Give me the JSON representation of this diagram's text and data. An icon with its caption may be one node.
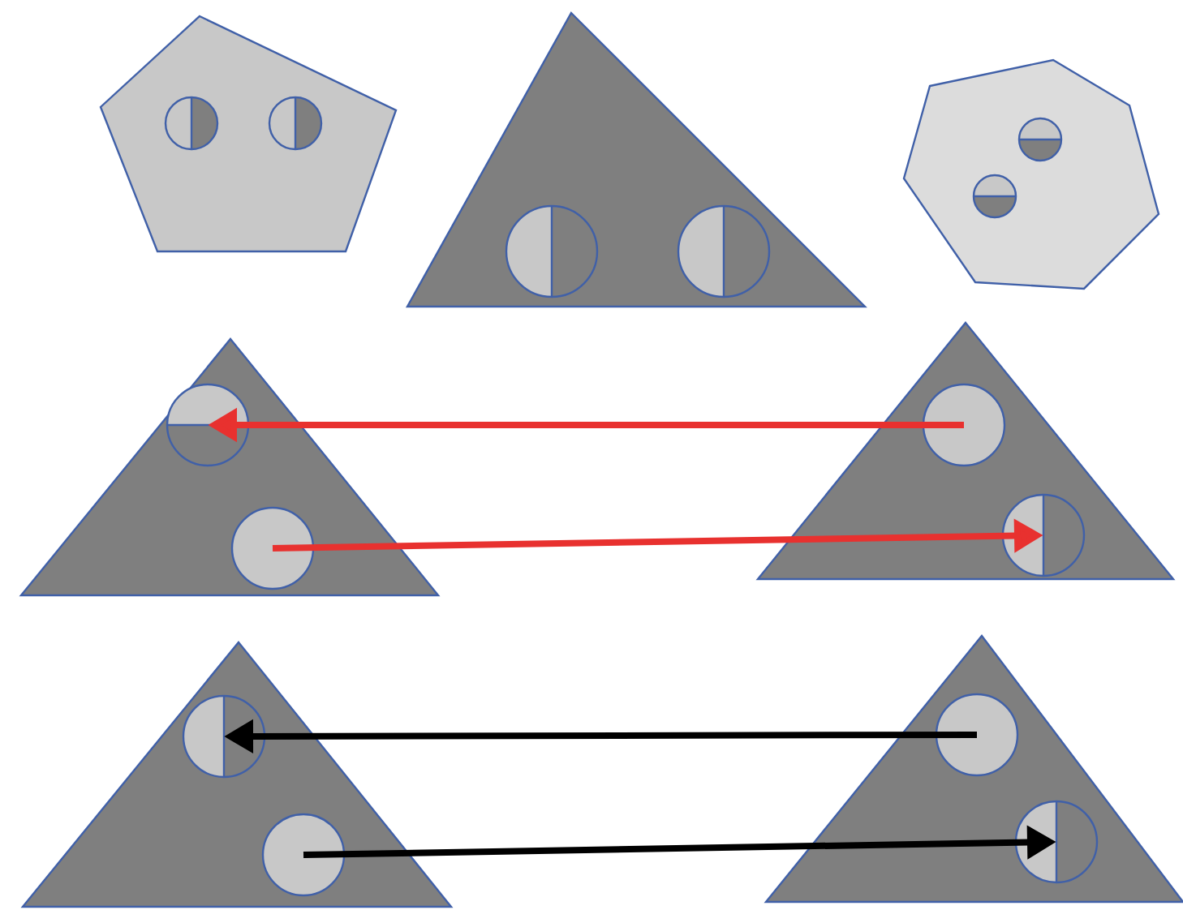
{
  "diagram": {
    "nodes": [
      {
        "text": [],
        "shape": "pentagon"
      },
      {
        "text": [],
        "shape": "circle",
        "in": 0
      },
      {
        "text": [],
        "shape": "circle",
        "in": 0
      },
      {
        "text": [],
        "shape": "triangle"
      },
      {
        "text": [],
        "shape": "circle",
        "in": 3
      },
      {
        "text": [],
        "shape": "circle",
        "in": 3
      },
      {
        "text": [],
        "shape": "heptagon"
      },
      {
        "text": [],
        "shape": "circle",
        "in": 6
      },
      {
        "text": [],
        "shape": "circle",
        "in": 6
      },
      {
        "text": [],
        "shape": "triangle"
      },
      {
        "text": [],
        "shape": "circle",
        "in": 9
      },
      {
        "text": [],
        "shape": "circle",
        "in": 9
      },
      {
        "text": [],
        "shape": "triangle"
      },
      {
        "text": [],
        "shape": "circle",
        "in": 12
      },
      {
        "text": [],
        "shape": "circle",
        "in": 12
      },
      {
        "text": [],
        "shape": "triangle"
      },
      {
        "text": [],
        "shape": "circle",
        "in": 15
      },
      {
        "text": [],
        "shape": "circle",
        "in": 15
      },
      {
        "text": [],
        "shape": "triangle"
      },
      {
        "text": [],
        "shape": "circle",
        "in": 18
      },
      {
        "text": [],
        "shape": "circle",
        "in": 18
      }
    ],
    "edges": [
      {
        "from": 13,
        "to": 10,
        "arrow": "to",
        "color": "#e8312f"
      },
      {
        "from": 11,
        "to": 14,
        "arrow": "to",
        "color": "#e8312f"
      },
      {
        "from": 19,
        "to": 16,
        "arrow": "to",
        "color": "#000000"
      },
      {
        "from": 17,
        "to": 20,
        "arrow": "to",
        "color": "#000000"
      }
    ]
  }
}
